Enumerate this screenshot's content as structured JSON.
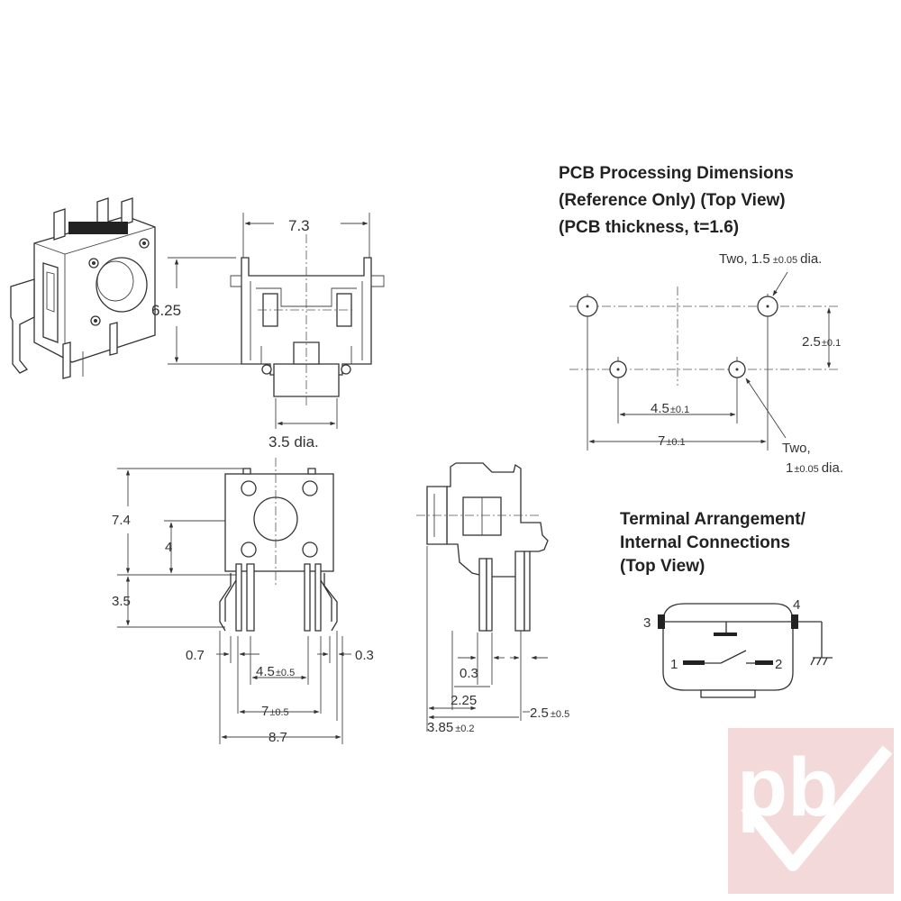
{
  "pcb_section": {
    "title_line1": "PCB Processing Dimensions",
    "title_line2": "(Reference Only) (Top View)",
    "title_line3": "(PCB thickness, t=1.6)",
    "large_holes_label": "Two, 1.5",
    "large_holes_tol": "±0.05",
    "large_holes_unit": "dia.",
    "vertical_pitch": "2.5",
    "vertical_pitch_tol": "±0.1",
    "inner_pitch": "4.5",
    "inner_pitch_tol": "±0.1",
    "outer_pitch": "7",
    "outer_pitch_tol": "±0.1",
    "small_holes_label_1": "Two,",
    "small_holes_value": "1",
    "small_holes_tol": "±0.05",
    "small_holes_unit": "dia."
  },
  "terminal_section": {
    "title_line1": "Terminal Arrangement/",
    "title_line2": "Internal Connections",
    "title_line3": "(Top View)",
    "pin_1": "1",
    "pin_2": "2",
    "pin_3": "3",
    "pin_4": "4"
  },
  "top_view": {
    "width": "7.3",
    "height": "6.25",
    "actuator_dia": "3.5 dia."
  },
  "front_view": {
    "body_height": "7.4",
    "actuator_height": "4",
    "pin_length": "3.5",
    "pin_width_left": "0.7",
    "pin_width_right": "0.3",
    "inner_pitch": "4.5",
    "inner_pitch_tol": "±0.5",
    "outer_pitch": "7",
    "outer_pitch_tol": "±0.5",
    "overall_width": "8.7"
  },
  "side_view": {
    "pin_thickness": "0.3",
    "offset_1": "2.25",
    "offset_2": "3.85",
    "offset_2_tol": "±0.2",
    "pin_pitch": "2.5",
    "pin_pitch_tol": "±0.5"
  },
  "watermark": {
    "text": "pb"
  },
  "colors": {
    "line": "#333333",
    "watermark_bg": "#f3d9d9",
    "watermark_fg": "#ffffff"
  }
}
